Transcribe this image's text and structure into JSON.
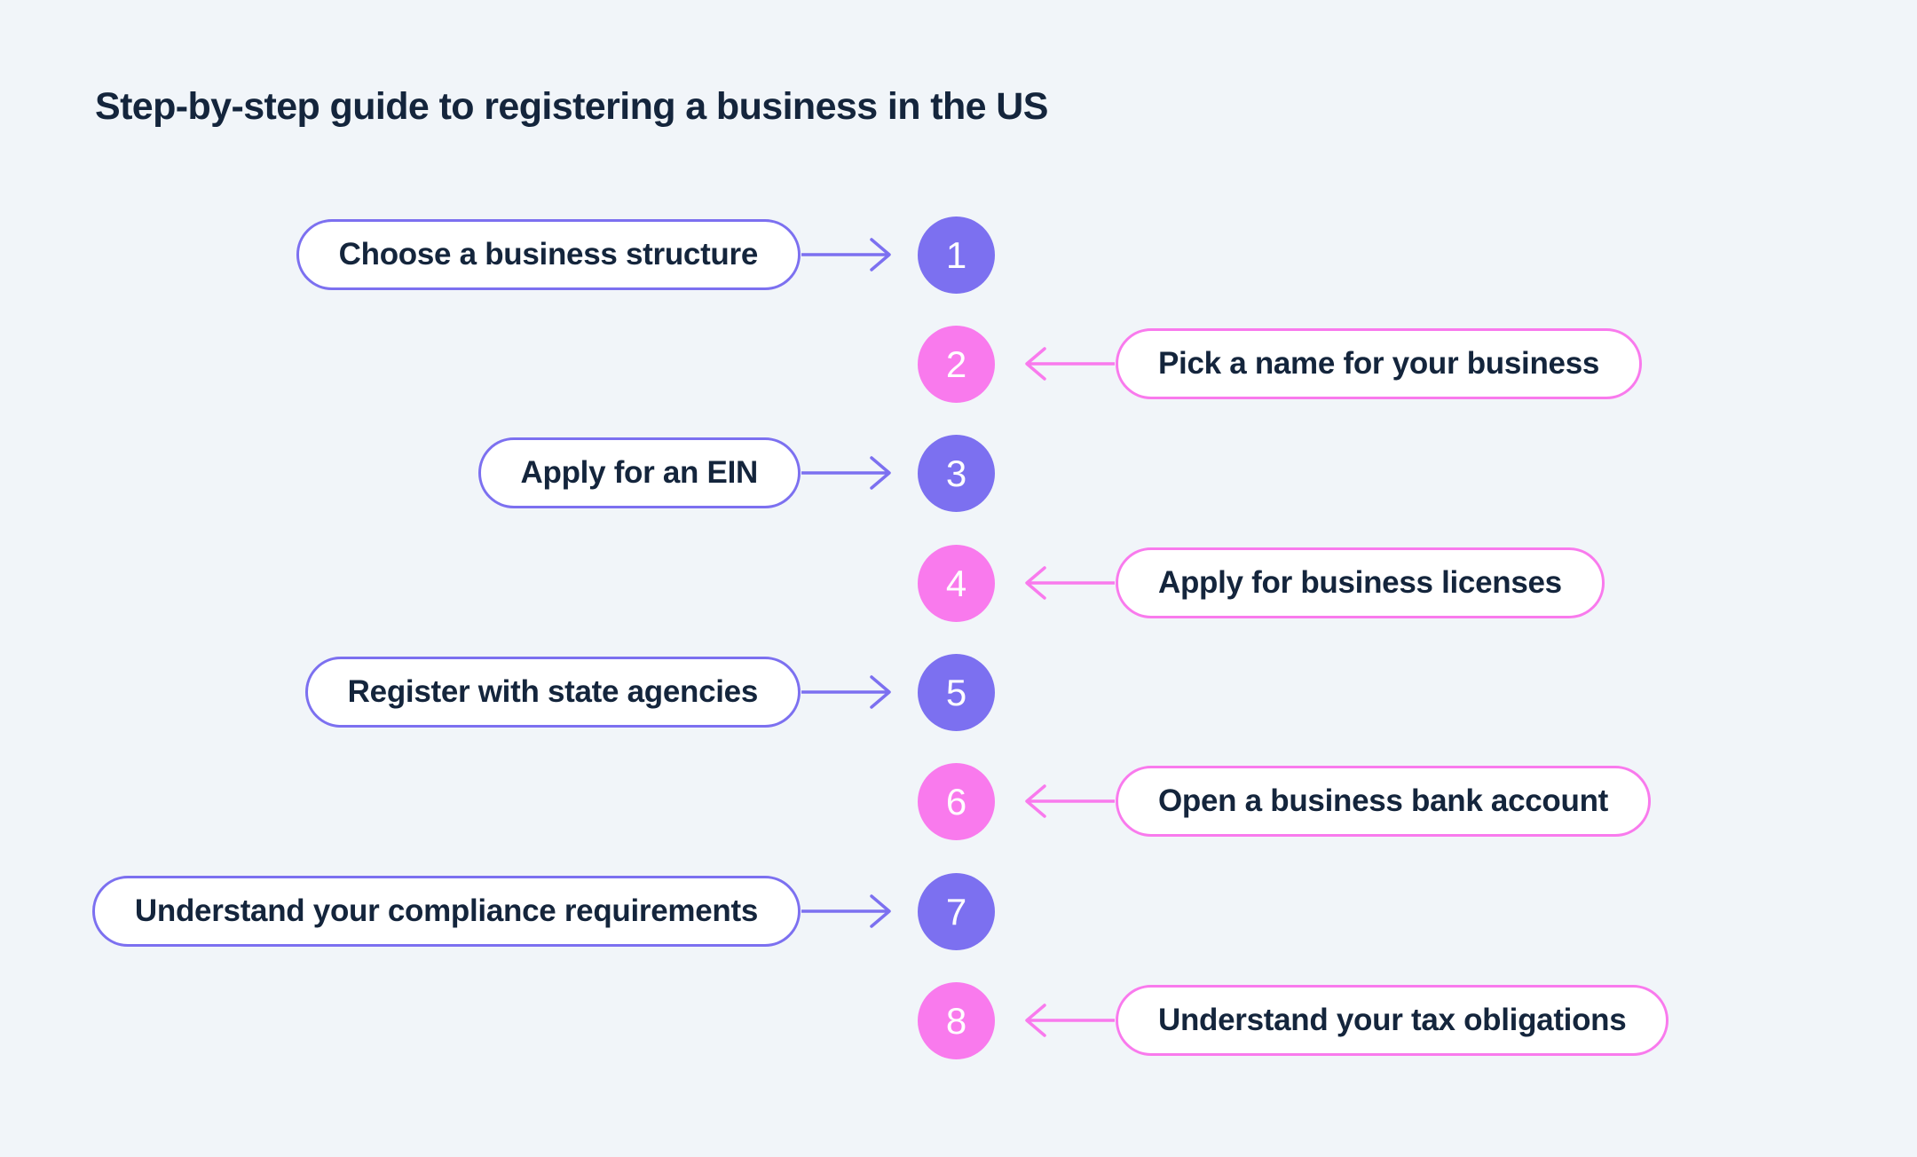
{
  "title": "Step-by-step guide to registering a business in the US",
  "colors": {
    "background": "#F1F5F9",
    "purple": "#7C70F0",
    "pink": "#F97AED",
    "text": "#14253C",
    "pill-bg": "#FFFFFF",
    "number-color": "#FFFFFF"
  },
  "steps": [
    {
      "number": "1",
      "label": "Choose a business structure",
      "side": "left",
      "color": "purple"
    },
    {
      "number": "2",
      "label": "Pick a name for your business",
      "side": "right",
      "color": "pink"
    },
    {
      "number": "3",
      "label": "Apply for an EIN",
      "side": "left",
      "color": "purple"
    },
    {
      "number": "4",
      "label": "Apply for business licenses",
      "side": "right",
      "color": "pink"
    },
    {
      "number": "5",
      "label": "Register with state agencies",
      "side": "left",
      "color": "purple"
    },
    {
      "number": "6",
      "label": "Open a business bank account",
      "side": "right",
      "color": "pink"
    },
    {
      "number": "7",
      "label": "Understand your compliance requirements",
      "side": "left",
      "color": "purple"
    },
    {
      "number": "8",
      "label": "Understand your tax obligations",
      "side": "right",
      "color": "pink"
    }
  ]
}
